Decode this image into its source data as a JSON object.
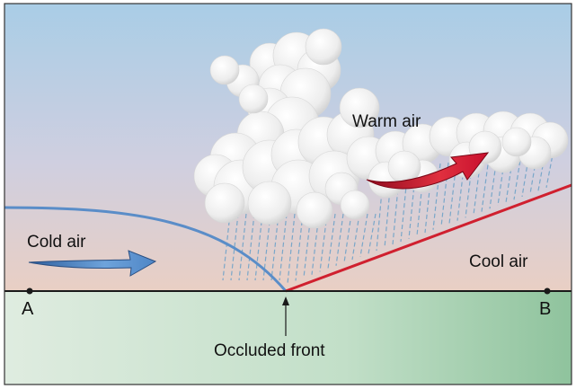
{
  "labels": {
    "warm_air": "Warm air",
    "cold_air": "Cold air",
    "cool_air": "Cool air",
    "occluded_front": "Occluded front",
    "point_a": "A",
    "point_b": "B"
  },
  "colors": {
    "sky_top": "#a9cde6",
    "sky_bottom": "#e9cfc4",
    "ground_left": "#dfece0",
    "ground_right": "#8fc39d",
    "cold_front_line": "#5a8dc8",
    "warm_front_line": "#d0202f",
    "cold_arrow": "#4f86c6",
    "warm_arrow": "#c8102e",
    "rain": "#7aa7c9",
    "cloud": "#f4f4f4"
  },
  "icons": {
    "cold_air_arrow": "arrow-right-icon",
    "warm_air_arrow": "arrow-up-right-icon",
    "front_pointer": "arrow-up-icon"
  }
}
